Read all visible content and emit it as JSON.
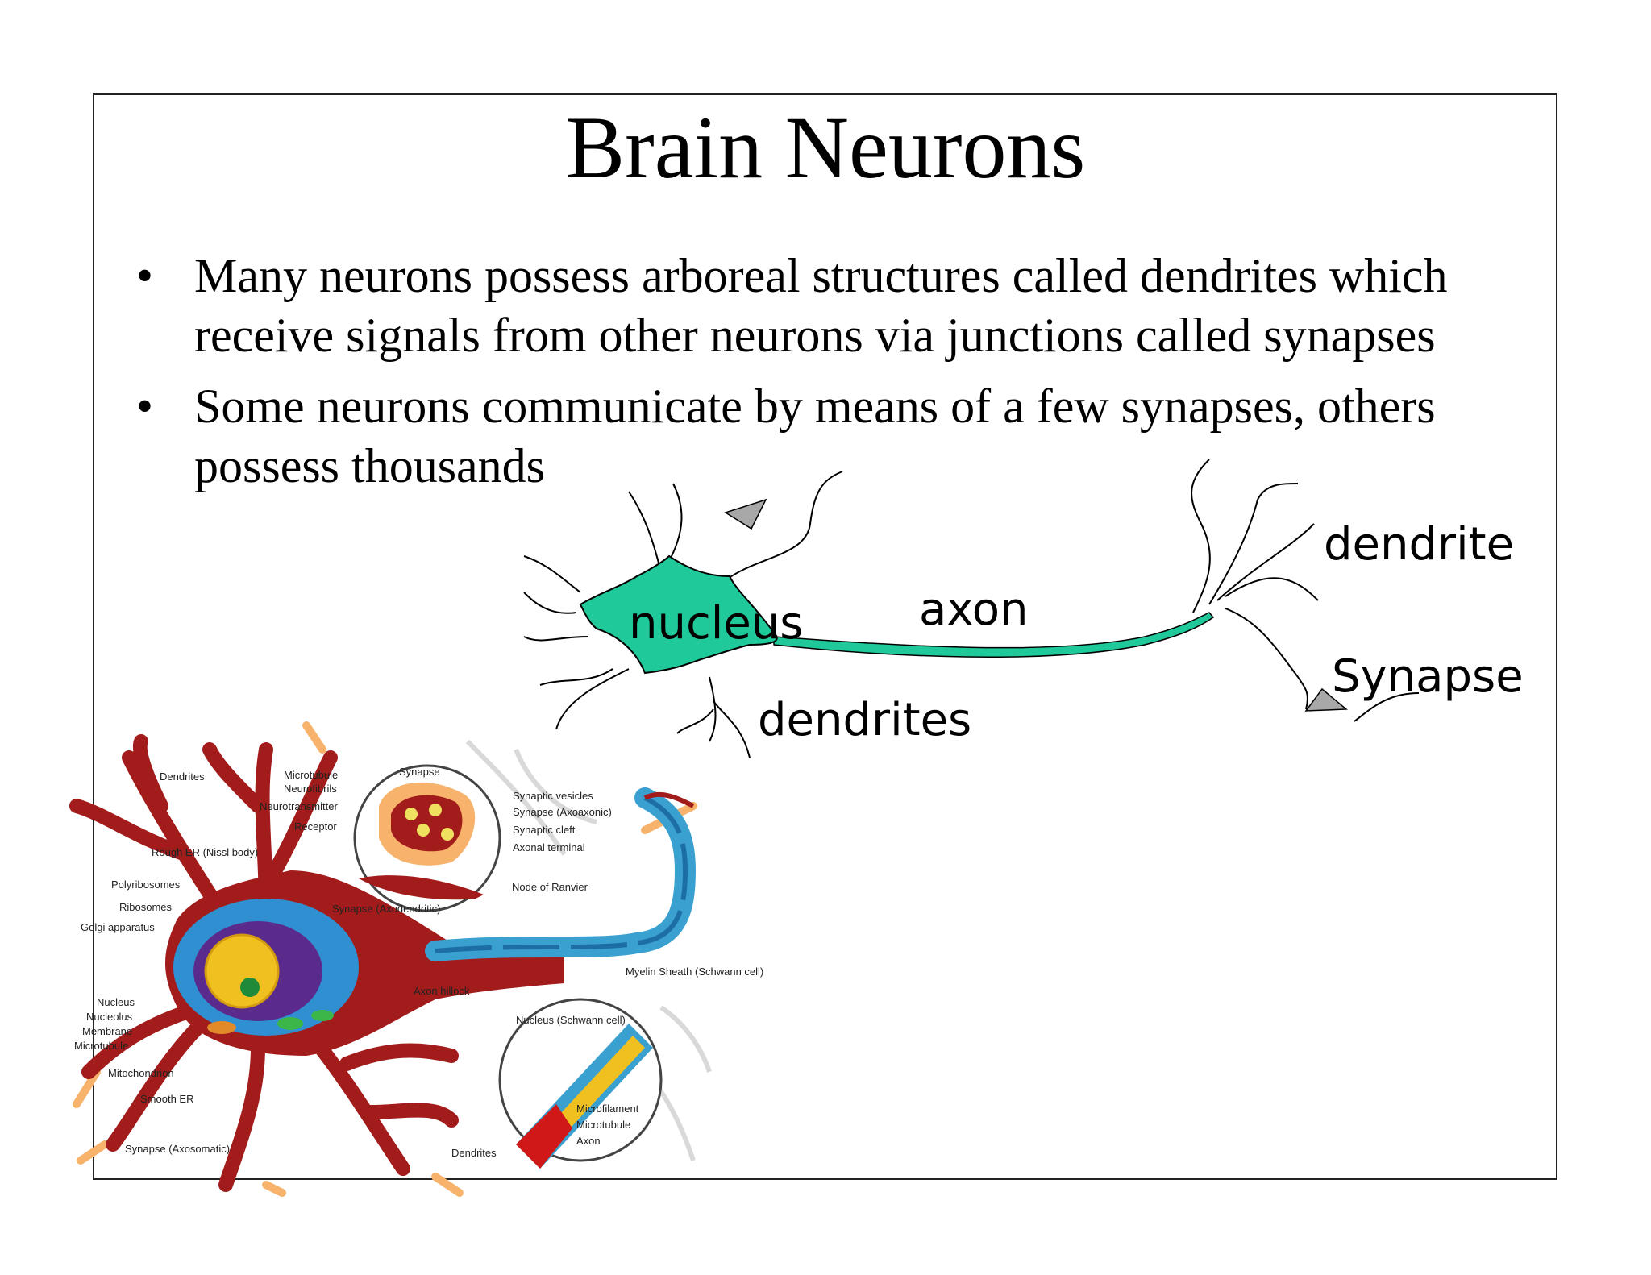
{
  "slide": {
    "title": "Brain Neurons",
    "bullets": [
      "Many neurons possess arboreal structures called dendrites which receive signals from other neurons via junctions called synapses",
      "Some neurons communicate by means of a few synapses, others possess thousands"
    ]
  },
  "neuron_diagram": {
    "labels": {
      "nucleus": "nucleus",
      "axon": "axon",
      "dendrites": "dendrites",
      "dendrite": "dendrite",
      "synapse": "Synapse"
    },
    "colors": {
      "cell_body": "#20c99a",
      "outline": "#000000",
      "synapse_triangle": "#a8a8a8"
    }
  },
  "anatomy_illustration": {
    "labels": {
      "dendrites_top": "Dendrites",
      "microtubule": "Microtubule",
      "neurofibrils": "Neurofibrils",
      "neurotransmitter": "Neurotransmitter",
      "receptor": "Receptor",
      "synapse_inset": "Synapse",
      "synaptic_vesicles": "Synaptic vesicles",
      "synapse_axoaxonic": "Synapse (Axoaxonic)",
      "synaptic_cleft": "Synaptic cleft",
      "axonal_terminal": "Axonal terminal",
      "rough_er": "Rough ER (Nissl body)",
      "polyribosomes": "Polyribosomes",
      "ribosomes": "Ribosomes",
      "golgi": "Golgi apparatus",
      "synapse_axodendritic": "Synapse (Axodendritic)",
      "node_of_ranvier": "Node of Ranvier",
      "myelin_sheath": "Myelin Sheath (Schwann cell)",
      "axon_hillock": "Axon hillock",
      "nucleus": "Nucleus",
      "nucleolus": "Nucleolus",
      "membrane": "Membrane",
      "microtubule_left": "Microtubule",
      "nucleus_schwann": "Nucleus (Schwann cell)",
      "mitochondrion": "Mitochondrion",
      "smooth_er": "Smooth ER",
      "microfilament": "Microfilament",
      "microtubule_inset": "Microtubule",
      "axon": "Axon",
      "synapse_axosomatic": "Synapse (Axosomatic)",
      "dendrites_bottom": "Dendrites"
    },
    "colors": {
      "cell": "#a31c1c",
      "nucleus": "#f0c020",
      "cytoplasm": "#2f8fd0",
      "myelin": "#3aa0d0",
      "dendrite_tips": "#f7b36b"
    }
  }
}
